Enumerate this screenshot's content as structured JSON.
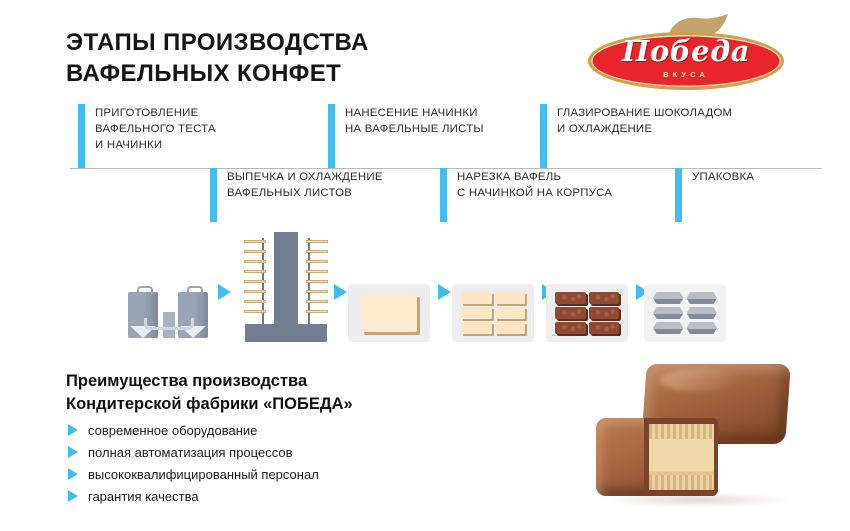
{
  "header": {
    "title": "ЭТАПЫ ПРОИЗВОДСТВА\nВАФЕЛЬНЫХ КОНФЕТ"
  },
  "logo": {
    "name": "Победа",
    "tagline": "ВКУСА",
    "oval_color": "#e8252a",
    "border_color": "#cfa14e",
    "flag_color": "#c5a46b"
  },
  "accent_color": "#3fbeef",
  "timeline": {
    "top_steps": [
      {
        "label": "ПРИГОТОВЛЕНИЕ\nВАФЕЛЬНОГО ТЕСТА\nИ НАЧИНКИ"
      },
      {
        "label": "НАНЕСЕНИЕ НАЧИНКИ\nНА ВАФЕЛЬНЫЕ ЛИСТЫ"
      },
      {
        "label": "ГЛАЗИРОВАНИЕ ШОКОЛАДОМ\nИ ОХЛАЖДЕНИЕ"
      }
    ],
    "bottom_steps": [
      {
        "label": "ВЫПЕЧКА И ОХЛАЖДЕНИЕ\nВАФЕЛЬНЫХ ЛИСТОВ"
      },
      {
        "label": "НАРЕЗКА ВАФЕЛЬ\nС НАЧИНКОЙ НА КОРПУСА"
      },
      {
        "label": "УПАКОВКА"
      }
    ]
  },
  "icons": [
    {
      "name": "mixing-tanks-icon"
    },
    {
      "name": "baking-oven-icon"
    },
    {
      "name": "wafer-sheet-icon"
    },
    {
      "name": "cut-wafer-pieces-icon"
    },
    {
      "name": "chocolate-glazed-candies-icon"
    },
    {
      "name": "wrapped-candies-icon"
    }
  ],
  "benefits": {
    "heading": "Преимущества производства\nКондитерской фабрики «ПОБЕДА»",
    "items": [
      "современное оборудование",
      "полная автоматизация процессов",
      "высококвалифицированный персонал",
      "гарантия качества"
    ]
  },
  "photo": {
    "name": "chocolate-wafer-candy-photo"
  }
}
